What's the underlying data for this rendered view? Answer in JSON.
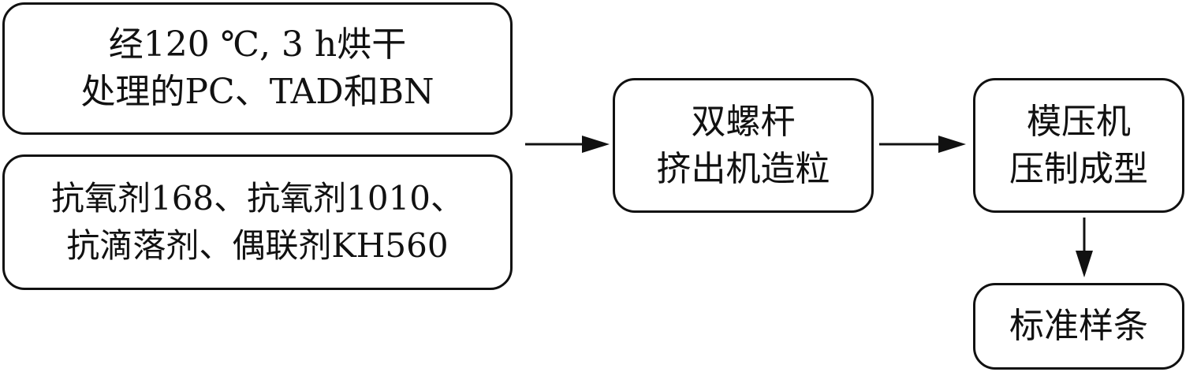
{
  "nodes": {
    "raw_materials": {
      "lines": [
        "经120 ℃, 3 h烘干",
        "处理的PC、TAD和BN"
      ]
    },
    "additives": {
      "lines": [
        "抗氧剂168、抗氧剂1010、",
        "抗滴落剂、偶联剂KH560"
      ]
    },
    "extrusion": {
      "lines": [
        "双螺杆",
        "挤出机造粒"
      ]
    },
    "molding": {
      "lines": [
        "模压机",
        "压制成型"
      ]
    },
    "sample": {
      "lines": [
        "标准样条"
      ]
    }
  },
  "edges": [
    {
      "from": "raw_materials+additives",
      "to": "extrusion"
    },
    {
      "from": "extrusion",
      "to": "molding"
    },
    {
      "from": "molding",
      "to": "sample"
    }
  ]
}
